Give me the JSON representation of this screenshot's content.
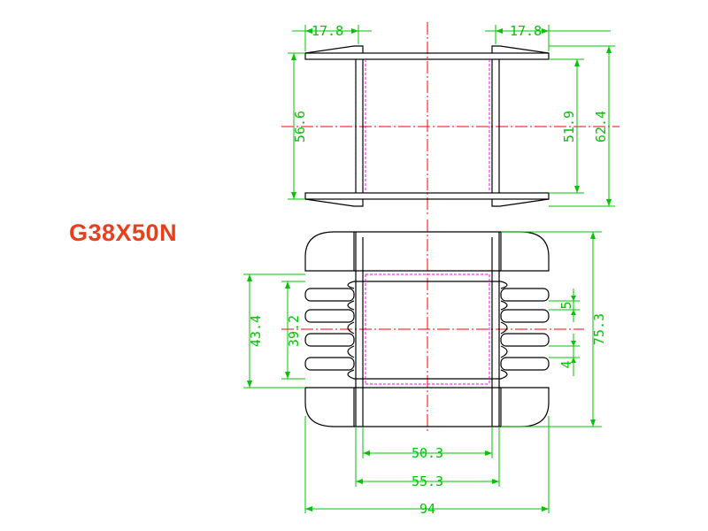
{
  "title": "G38X50N",
  "colors": {
    "title": "#e8401c",
    "outline": "#000000",
    "dimension": "#00c400",
    "centerline": "#ff0000",
    "hidden": "#ff00ff"
  },
  "dimensions": {
    "top_flange_left": "17.8",
    "top_flange_right": "17.8",
    "top_inner_height": "56.6",
    "top_window_height": "51.9",
    "top_overall_height": "62.4",
    "front_height_outer": "43.4",
    "front_height_inner": "39.2",
    "slot_width": "5",
    "slot_pitch": "4",
    "front_overall_height": "75.3",
    "inner_width": "50.3",
    "core_width": "55.3",
    "overall_width": "94"
  }
}
